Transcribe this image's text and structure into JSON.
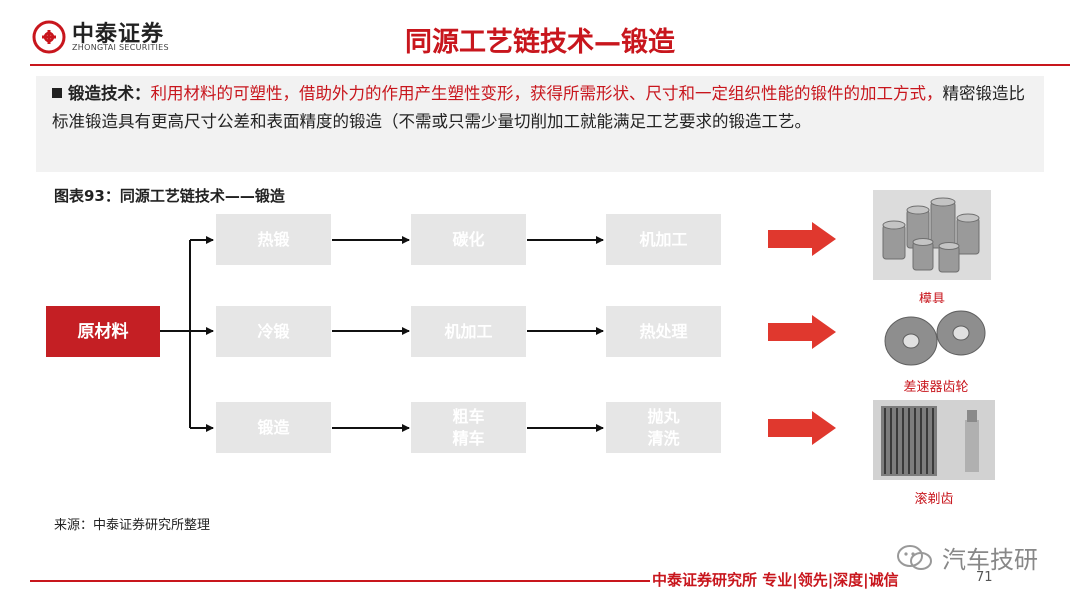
{
  "brand": {
    "name_cn": "中泰证券",
    "name_en": "ZHONGTAI SECURITIES",
    "color": "#c8161d"
  },
  "title": "同源工艺链技术—锻造",
  "description": {
    "label": "锻造技术：",
    "red_text": "利用材料的可塑性，借助外力的作用产生塑性变形，获得所需形状、尺寸和一定组织性能的锻件的加工方式，",
    "black_text": "精密锻造比标准锻造具有更高尺寸公差和表面精度的锻造（不需或只需少量切削加工就能满足工艺要求的锻造工艺。"
  },
  "figure_caption": "图表93：同源工艺链技术——锻造",
  "diagram": {
    "source_label": "原材料",
    "rows": [
      {
        "steps": [
          "热锻",
          "碳化",
          "机加工"
        ],
        "product": "模具",
        "product_icon": "die-mold-icon"
      },
      {
        "steps": [
          "冷锻",
          "机加工",
          "热处理"
        ],
        "product": "差速器齿轮",
        "product_icon": "gear-icon"
      },
      {
        "steps": [
          "锻造",
          "粗车\n精车",
          "抛丸\n清洗"
        ],
        "product": "滚剃齿",
        "product_icon": "gear-hobbing-icon"
      }
    ]
  },
  "source_note": "来源：中泰证券研究所整理",
  "footer": {
    "text": "中泰证券研究所 专业|领先|深度|诚信",
    "page": "71",
    "watermark": "汽车技研"
  }
}
